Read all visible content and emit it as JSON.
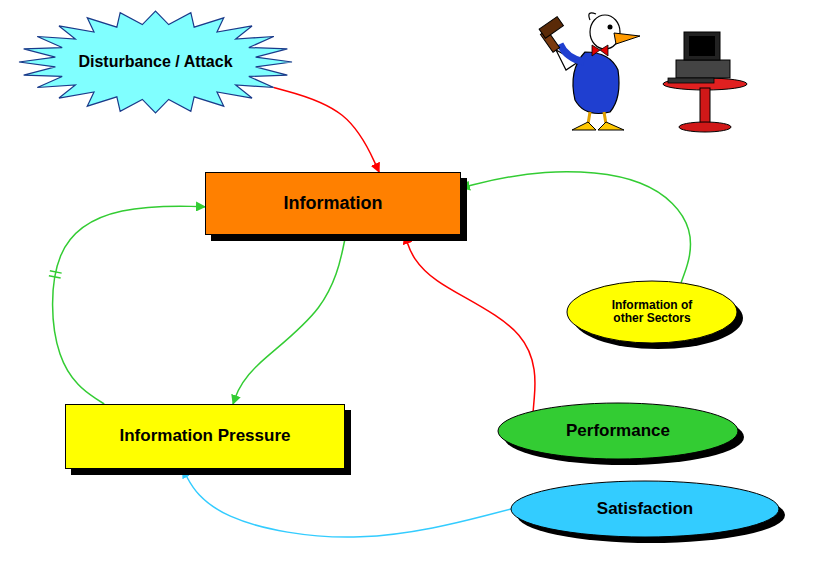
{
  "diagram": {
    "nodes": [
      {
        "text": [
          "Disturbance / Attack"
        ]
      },
      {
        "text": [
          "Information"
        ]
      },
      {
        "text": [
          "Information of other Sectors"
        ]
      },
      {
        "text": [
          "Information Pressure"
        ]
      },
      {
        "text": [
          "Performance"
        ]
      },
      {
        "text": [
          "Satisfaction"
        ]
      }
    ],
    "edges": [
      {
        "from": 0,
        "to": 1,
        "arrow": "to"
      },
      {
        "from": 2,
        "to": 1,
        "arrow": "to"
      },
      {
        "from": 4,
        "to": 1,
        "arrow": "to"
      },
      {
        "from": 1,
        "to": 3,
        "arrow": "to"
      },
      {
        "from": 3,
        "to": 1,
        "arrow": "to"
      },
      {
        "from": 5,
        "to": 3,
        "arrow": "to"
      }
    ]
  }
}
